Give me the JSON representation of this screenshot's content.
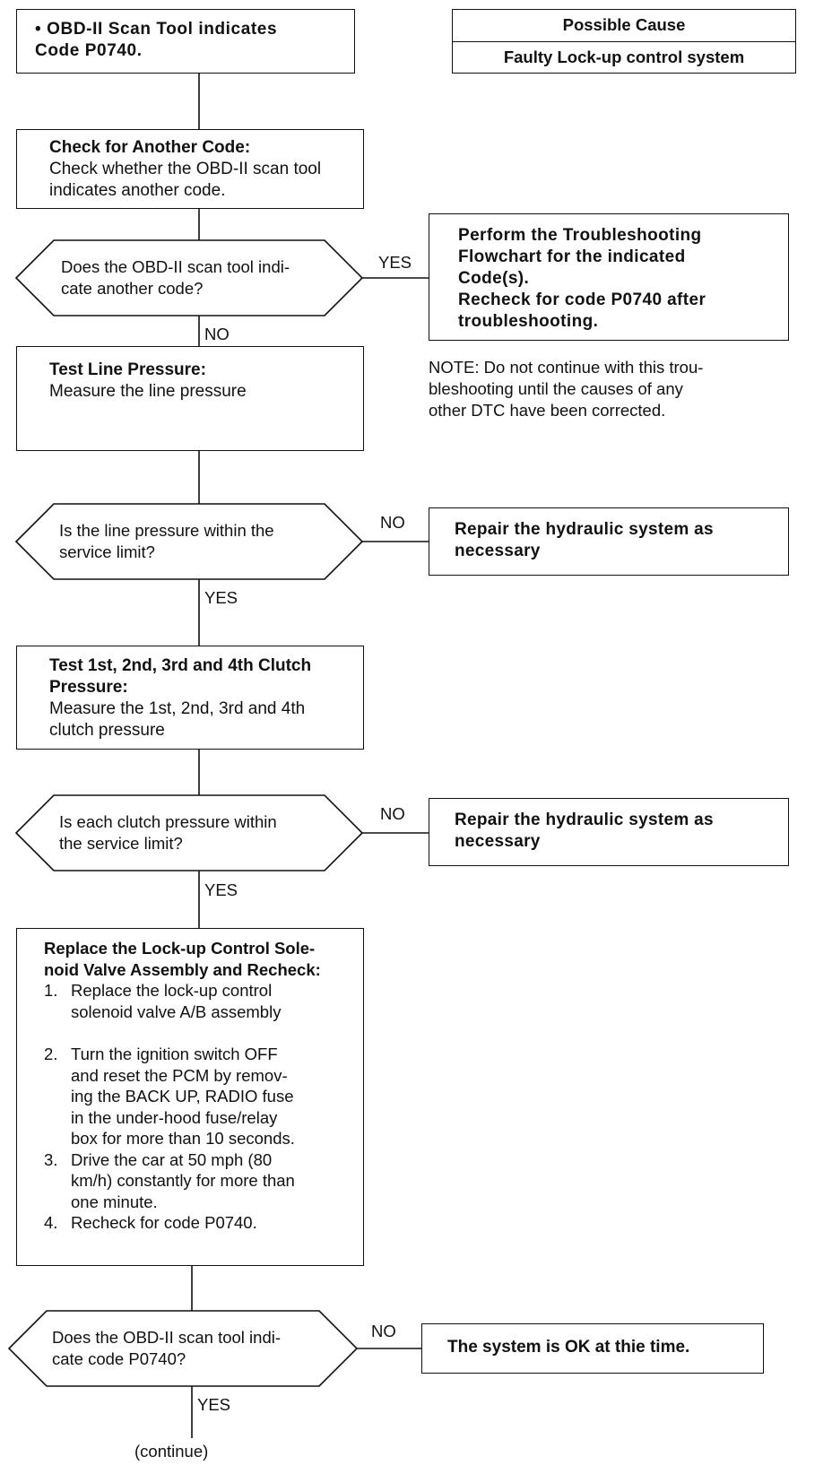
{
  "start": {
    "line1": "• OBD-II Scan Tool indicates",
    "line2": "Code P0740."
  },
  "possible_cause": {
    "header": "Possible Cause",
    "value": "Faulty Lock-up control system"
  },
  "check_code": {
    "title": "Check for Another Code:",
    "text": "Check whether the OBD-II scan tool indicates another code."
  },
  "decision1": {
    "line1": "Does the OBD-II scan tool indi-",
    "line2": "cate another code?",
    "yes": "YES",
    "no": "NO"
  },
  "perform_box": {
    "line1": "Perform the Troubleshooting",
    "line2": "Flowchart for the indicated",
    "line3": "Code(s).",
    "line4": "Recheck for code P0740 after",
    "line5": "troubleshooting."
  },
  "note": {
    "line1": "NOTE: Do not continue with this trou-",
    "line2": "bleshooting until the causes of any",
    "line3": "other DTC have been corrected."
  },
  "line_pressure": {
    "title": "Test Line Pressure:",
    "text": "Measure the line pressure"
  },
  "decision2": {
    "line1": "Is the line pressure within the",
    "line2": "service limit?",
    "no": "NO",
    "yes": "YES"
  },
  "repair1": {
    "line1": "Repair the hydraulic system as",
    "line2": "necessary"
  },
  "clutch_pressure": {
    "title1": "Test 1st, 2nd, 3rd and 4th Clutch",
    "title2": "Pressure:",
    "text1": "Measure the 1st, 2nd, 3rd and 4th",
    "text2": "clutch pressure"
  },
  "decision3": {
    "line1": "Is each clutch pressure within",
    "line2": "the service limit?",
    "no": "NO",
    "yes": "YES"
  },
  "repair2": {
    "line1": "Repair the hydraulic system as",
    "line2": "necessary"
  },
  "replace_box": {
    "title1": "Replace the Lock-up Control Sole-",
    "title2": "noid Valve Assembly and Recheck:",
    "steps": [
      {
        "n": "1.",
        "l1": "Replace the lock-up control",
        "l2": "solenoid valve A/B assembly"
      },
      {
        "n": "2.",
        "l1": "Turn the ignition switch OFF",
        "l2": "and reset the PCM by remov-",
        "l3": "ing the BACK UP, RADIO fuse",
        "l4": "in the under-hood fuse/relay",
        "l5": "box for more than 10 seconds."
      },
      {
        "n": "3.",
        "l1": "Drive the car at 50 mph (80",
        "l2": "km/h) constantly for more than",
        "l3": "one minute."
      },
      {
        "n": "4.",
        "l1": "Recheck for code P0740."
      }
    ]
  },
  "decision4": {
    "line1": "Does the OBD-II scan tool indi-",
    "line2": "cate code P0740?",
    "no": "NO",
    "yes": "YES"
  },
  "ok_box": {
    "text": "The system is OK at thie time."
  },
  "continue": "(continue)"
}
